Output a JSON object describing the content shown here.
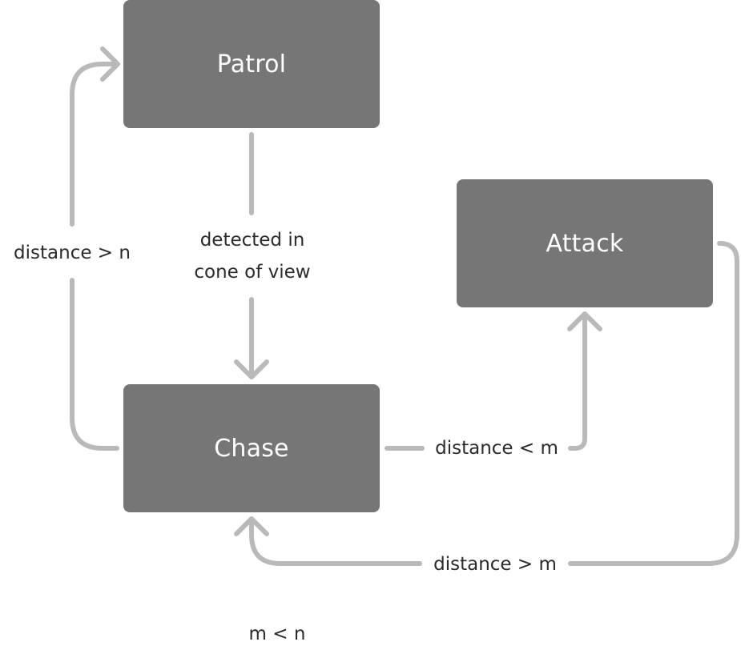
{
  "nodes": {
    "patrol": "Patrol",
    "attack": "Attack",
    "chase": "Chase"
  },
  "edges": {
    "patrol_to_chase_line1": "detected in",
    "patrol_to_chase_line2": "cone of view",
    "chase_to_patrol": "distance > n",
    "chase_to_attack": "distance < m",
    "attack_to_chase": "distance > m"
  },
  "note": "m < n",
  "colors": {
    "node_fill": "#767676",
    "node_text": "#ffffff",
    "edge": "#b9b9b9",
    "label_text": "#2b2b2b"
  }
}
